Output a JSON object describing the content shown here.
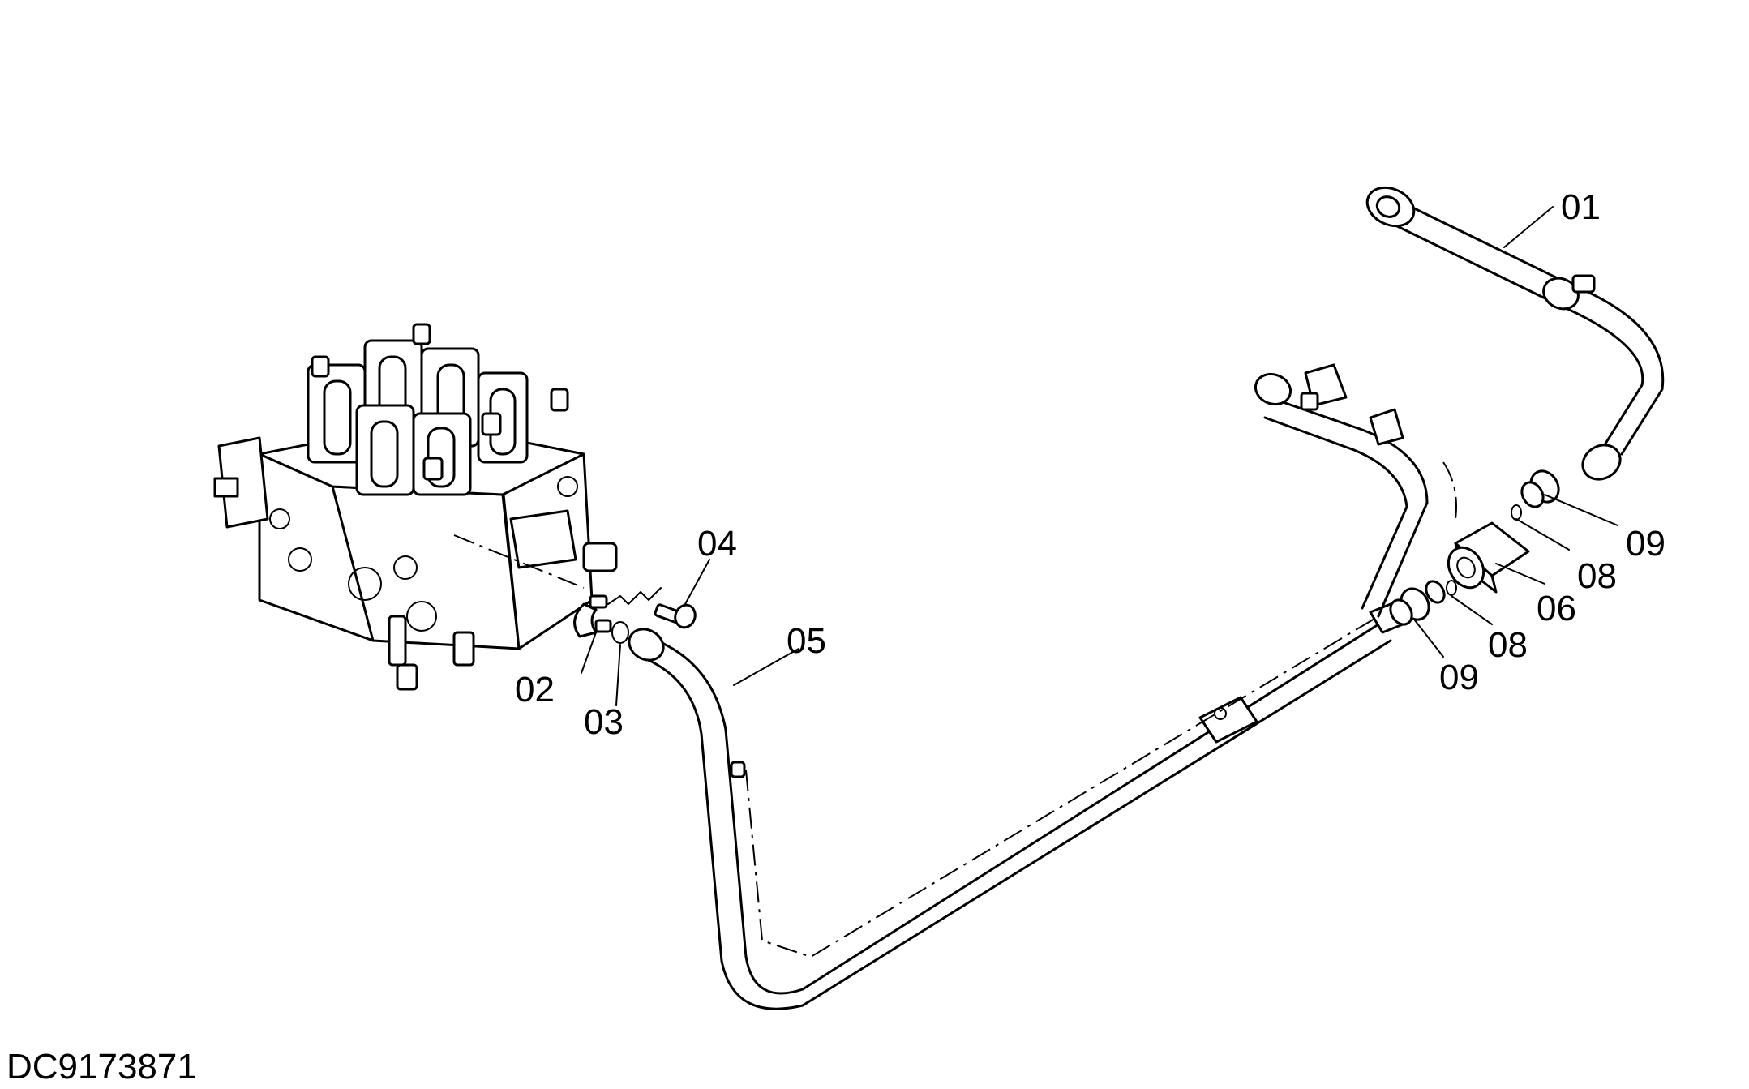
{
  "drawing_code": "DC9173871",
  "callouts": [
    {
      "id": "01",
      "text": "01"
    },
    {
      "id": "02",
      "text": "02"
    },
    {
      "id": "03",
      "text": "03"
    },
    {
      "id": "04",
      "text": "04"
    },
    {
      "id": "05",
      "text": "05"
    },
    {
      "id": "06",
      "text": "06"
    },
    {
      "id": "08a",
      "text": "08"
    },
    {
      "id": "08b",
      "text": "08"
    },
    {
      "id": "09a",
      "text": "09"
    },
    {
      "id": "09b",
      "text": "09"
    }
  ]
}
